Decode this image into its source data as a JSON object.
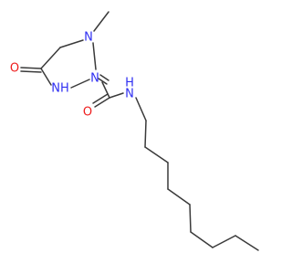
{
  "molecule": {
    "colors": {
      "carbon_bond": "#3a3a3a",
      "nitrogen": "#2f2ff2",
      "oxygen": "#ee1c1c"
    },
    "atom_labels": {
      "n_ring_methyl": "N",
      "n_ring_imine": "N",
      "nh_ring": "NH",
      "o_ring": "O",
      "o_urea": "O",
      "nh_chain": "N",
      "h_chain": "H"
    }
  }
}
